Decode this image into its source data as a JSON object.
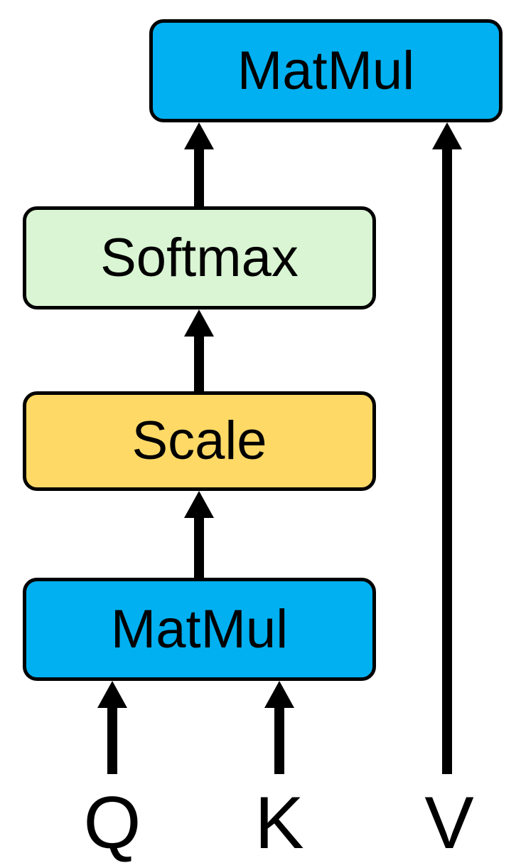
{
  "colors": {
    "matmul": "#00B0F0",
    "softmax": "#D9F5D3",
    "scale": "#FFD966",
    "stroke": "#000000"
  },
  "nodes": {
    "matmul_top": {
      "label": "MatMul"
    },
    "softmax": {
      "label": "Softmax"
    },
    "scale": {
      "label": "Scale"
    },
    "matmul_bottom": {
      "label": "MatMul"
    }
  },
  "inputs": {
    "q": "Q",
    "k": "K",
    "v": "V"
  },
  "edges": [
    {
      "from": "matmul_bottom",
      "to": "scale"
    },
    {
      "from": "scale",
      "to": "softmax"
    },
    {
      "from": "softmax",
      "to": "matmul_top"
    },
    {
      "from": "q",
      "to": "matmul_bottom"
    },
    {
      "from": "k",
      "to": "matmul_bottom"
    },
    {
      "from": "v",
      "to": "matmul_top"
    }
  ]
}
